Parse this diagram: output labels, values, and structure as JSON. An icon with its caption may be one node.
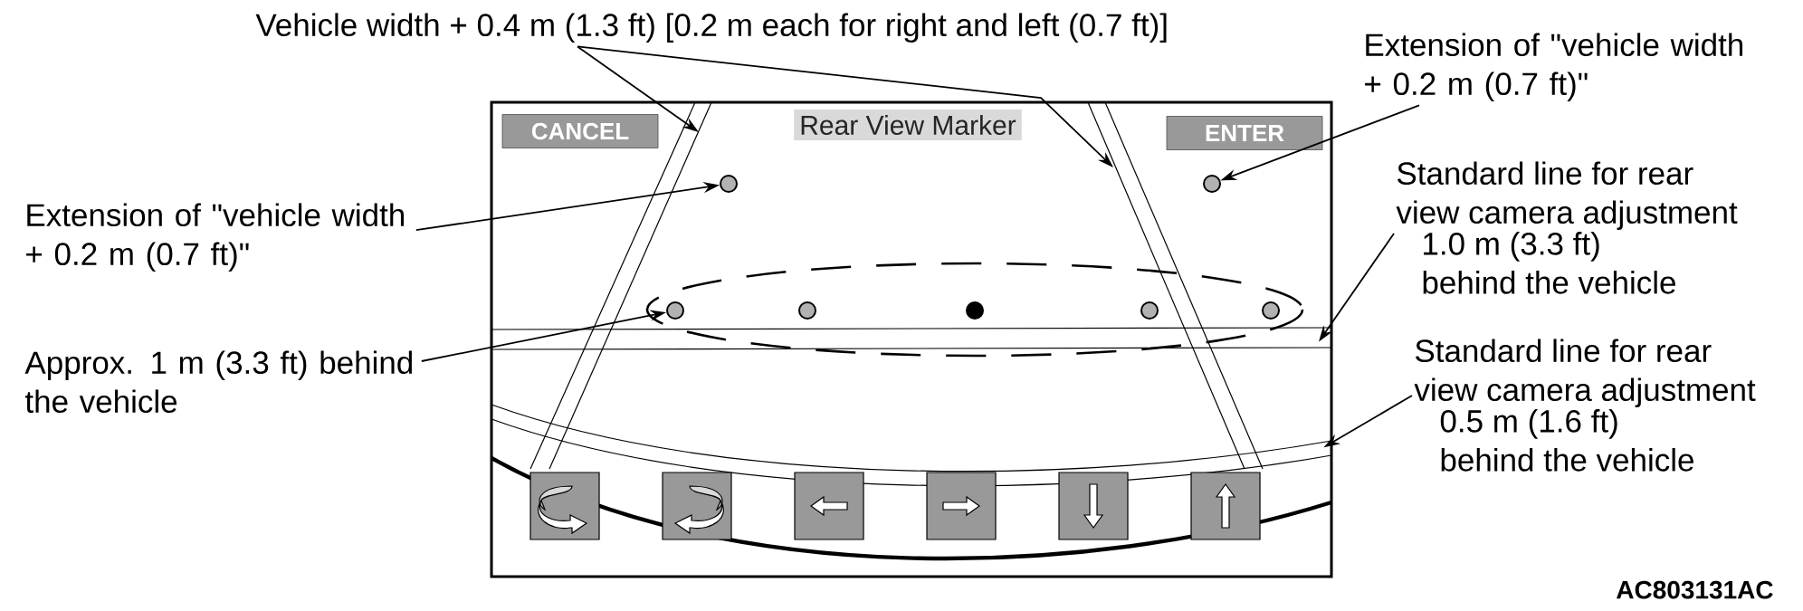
{
  "diagram": {
    "nodes": [
      {
        "text": [
          "Vehicle width + 0.4 m (1.3 ft) [0.2 m each for right and left (0.7 ft)]"
        ]
      },
      {
        "text": [
          "Extension of \"vehicle width + 0.2 m (0.7 ft)\""
        ]
      },
      {
        "text": [
          "CANCEL"
        ]
      },
      {
        "text": [
          "Rear View Marker"
        ]
      },
      {
        "text": [
          "ENTER"
        ]
      },
      {
        "text": [
          "Extension of \"vehicle width + 0.2 m (0.7 ft)\""
        ]
      },
      {
        "text": [],
        "shape": "circle"
      },
      {
        "text": [],
        "shape": "circle"
      },
      {
        "text": [
          "Standard line for rear view camera adjustment",
          "1.0 m (3.3 ft) behind the vehicle"
        ]
      },
      {
        "text": [],
        "shape": "circle"
      },
      {
        "text": [],
        "shape": "circle"
      },
      {
        "text": [],
        "shape": "circle"
      },
      {
        "text": [],
        "shape": "circle"
      },
      {
        "text": [],
        "shape": "circle"
      },
      {
        "text": [
          "Approx. 1 m (3.3 ft) behind the vehicle"
        ]
      },
      {
        "text": [
          "Standard line for rear view camera adjustment",
          "0.5 m (1.6 ft) behind the vehicle"
        ]
      },
      {
        "text": [],
        "shape": "box"
      },
      {
        "text": [],
        "shape": "box"
      },
      {
        "text": [],
        "shape": "box"
      },
      {
        "text": [],
        "shape": "box"
      },
      {
        "text": [],
        "shape": "box"
      },
      {
        "text": [],
        "shape": "box"
      },
      {
        "text": [],
        "shape": "line"
      },
      {
        "text": [],
        "shape": "line"
      }
    ],
    "edges": [
      {
        "from": 0,
        "to": null,
        "arrow": "to"
      },
      {
        "from": 0,
        "to": null,
        "arrow": "to"
      },
      {
        "from": 1,
        "to": 7,
        "arrow": "to"
      },
      {
        "from": 5,
        "to": 6,
        "arrow": "to"
      },
      {
        "from": 8,
        "to": 22,
        "arrow": "to"
      },
      {
        "from": 14,
        "to": 9,
        "arrow": "to"
      },
      {
        "from": 15,
        "to": 23,
        "arrow": "to"
      }
    ],
    "labels": [
      "AC803131AC"
    ]
  }
}
